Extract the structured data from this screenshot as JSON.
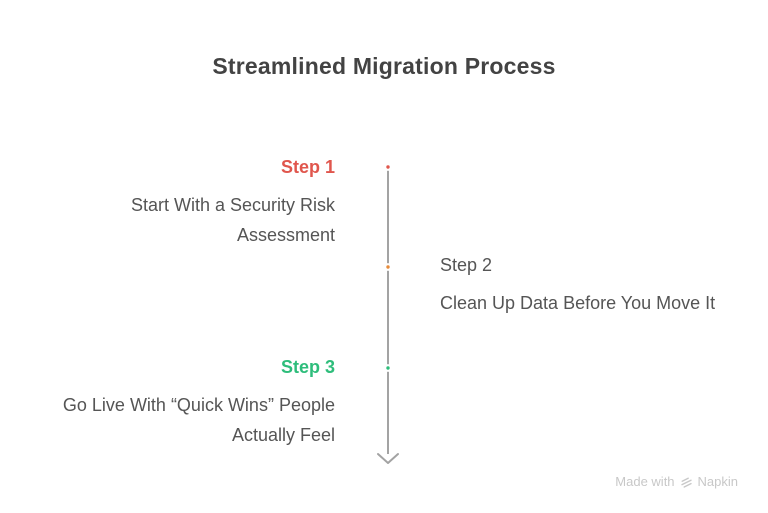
{
  "title": "Streamlined Migration Process",
  "colors": {
    "title_text": "#434343",
    "body_text": "#555555",
    "line": "#a3a3a3",
    "watermark": "#c8c8c8",
    "step1_accent": "#e0564d",
    "step2_dot": "#e78b3a",
    "step3_accent": "#2ebd7b"
  },
  "steps": [
    {
      "label": "Step 1",
      "text": "Start With a Security Risk Assessment",
      "label_color": "#e0564d",
      "dot_color": "#e0564d"
    },
    {
      "label": "Step 2",
      "text": "Clean Up Data Before You Move It",
      "label_color": "#555555",
      "dot_color": "#e78b3a"
    },
    {
      "label": "Step 3",
      "text": "Go Live With “Quick Wins” People Actually Feel",
      "label_color": "#2ebd7b",
      "dot_color": "#2ebd7b"
    }
  ],
  "watermark": {
    "prefix": "Made with",
    "brand": "Napkin"
  }
}
